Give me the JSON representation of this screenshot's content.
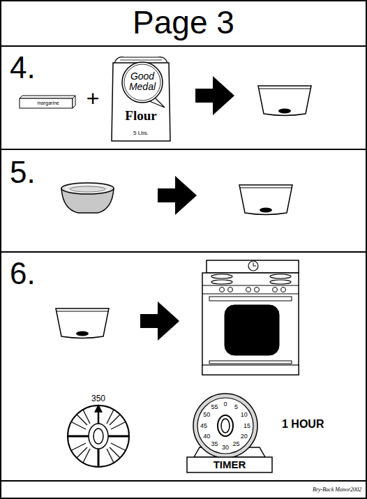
{
  "diagram": {
    "title": "Page 3",
    "nodes": [
      {
        "text": [
          "4."
        ]
      },
      {
        "text": [
          "margarine"
        ],
        "in": 0
      },
      {
        "text": [
          "Good Medal",
          "Flour",
          "5 Lbs."
        ],
        "in": 0
      },
      {
        "text": [
          "5."
        ]
      },
      {
        "text": [
          "6."
        ]
      },
      {
        "text": [
          "350"
        ],
        "in": 4
      },
      {
        "text": [
          "TIMER"
        ],
        "in": 4
      },
      {
        "text": [
          "Bry-Back Manor2002"
        ]
      }
    ],
    "labels": [
      "+",
      "0",
      "5",
      "10",
      "15",
      "20",
      "25",
      "30",
      "35",
      "40",
      "45",
      "50",
      "55",
      "1 HOUR"
    ]
  }
}
